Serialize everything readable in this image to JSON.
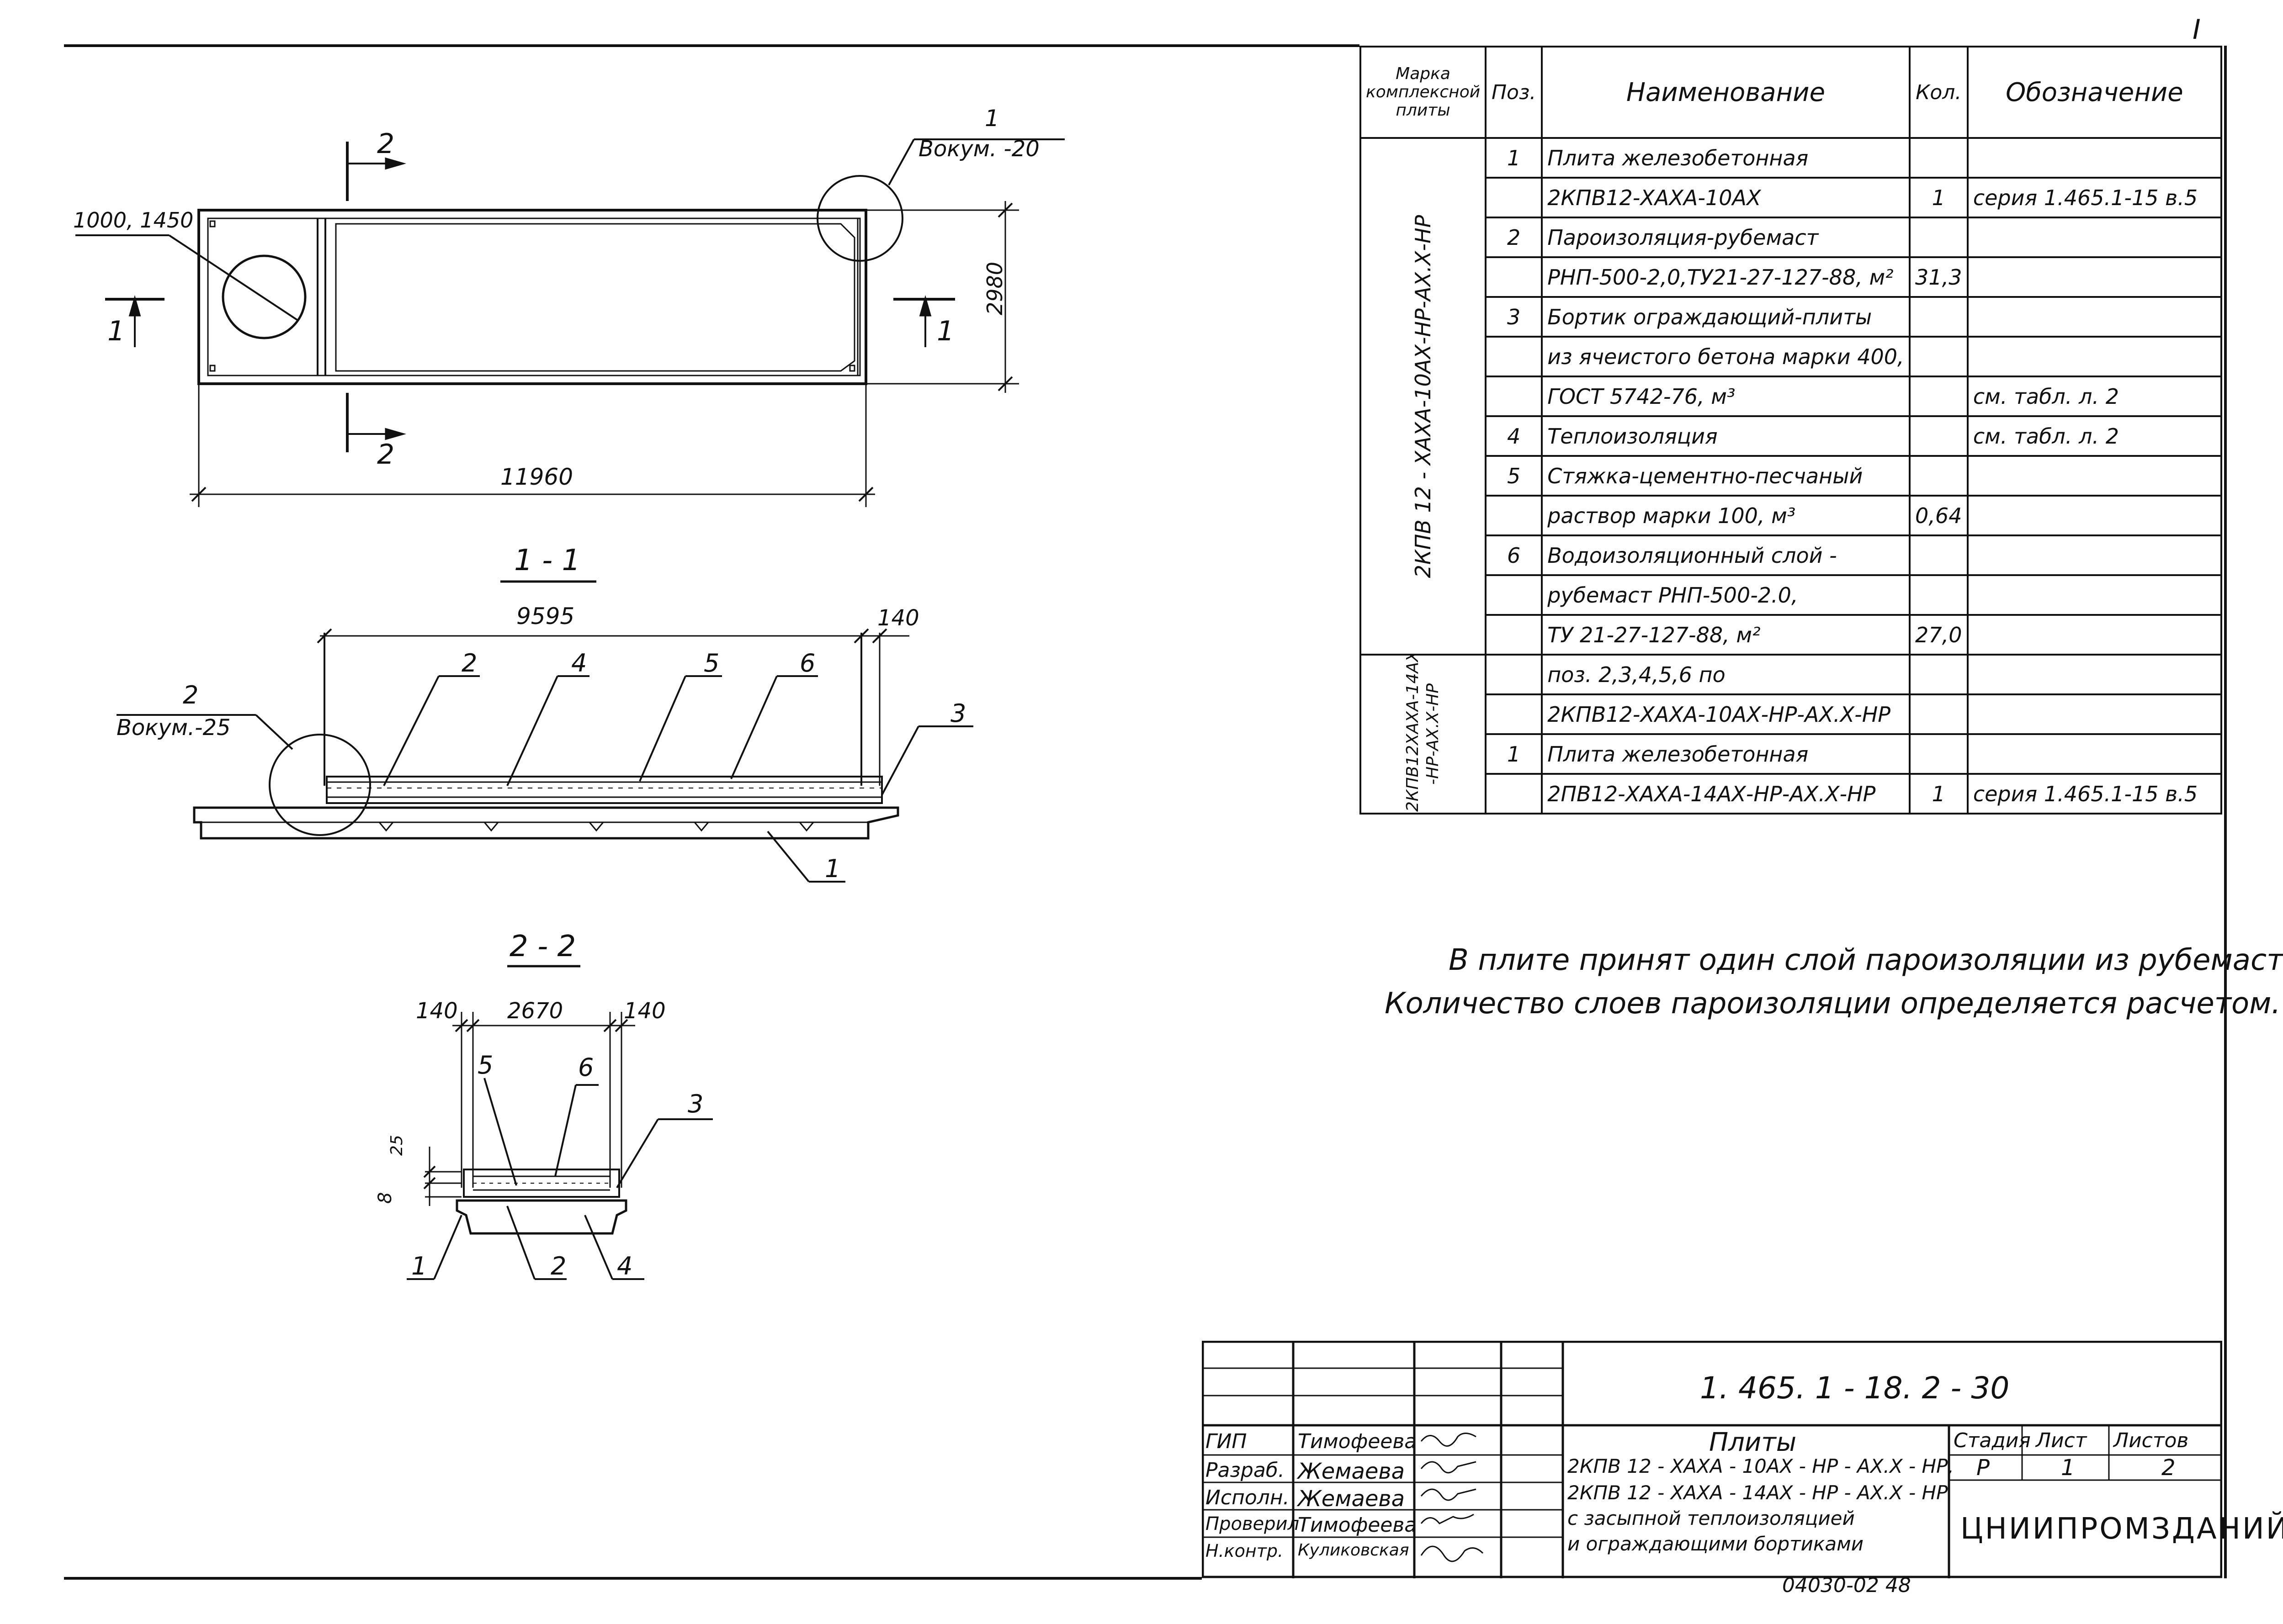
{
  "corner_mark": "I",
  "plan": {
    "section_1_label": "1",
    "section_2_label": "2",
    "hole_label": "1000, 1450",
    "callout_number": "1",
    "callout_ref": "Вокум. -20",
    "dim_width": "2980",
    "dim_length": "11960"
  },
  "section_1_1": {
    "title": "1 - 1",
    "dim_inner": "9595",
    "dim_side": "140",
    "callout_number": "2",
    "callout_ref": "Вокум.-25",
    "pos_labels": [
      "2",
      "4",
      "5",
      "6",
      "3",
      "1"
    ]
  },
  "section_2_2": {
    "title": "2 - 2",
    "dim_left": "140",
    "dim_mid": "2670",
    "dim_right": "140",
    "dim_small_1": "25",
    "dim_small_2": "8",
    "pos_labels": [
      "5",
      "6",
      "3",
      "1",
      "2",
      "4"
    ]
  },
  "spec_table": {
    "headers": {
      "mark": "Марка комплексной плиты",
      "pos": "Поз.",
      "name": "Наименование",
      "qty": "Кол.",
      "designation": "Обозначение"
    },
    "group1_mark": "2КПВ 12 - ХАХА-10АХ-НР-АХ.Х-НР",
    "group2_mark": "2КПВ12ХАХА-14АХ -НР-АХ.Х-НР",
    "rows": [
      {
        "pos": "1",
        "name": "Плита железобетонная",
        "qty": "",
        "des": ""
      },
      {
        "pos": "",
        "name": "2КПВ12-ХАХА-10АХ",
        "qty": "1",
        "des": "серия 1.465.1-15 в.5"
      },
      {
        "pos": "2",
        "name": "Пароизоляция-рубемаст",
        "qty": "",
        "des": ""
      },
      {
        "pos": "",
        "name": "РНП-500-2,0,ТУ21-27-127-88, м²",
        "qty": "31,3",
        "des": ""
      },
      {
        "pos": "3",
        "name": "Бортик ограждающий-плиты",
        "qty": "",
        "des": ""
      },
      {
        "pos": "",
        "name": "из ячеистого бетона марки 400,",
        "qty": "",
        "des": ""
      },
      {
        "pos": "",
        "name": "ГОСТ 5742-76,          м³",
        "qty": "",
        "des": "см. табл. л. 2"
      },
      {
        "pos": "4",
        "name": "Теплоизоляция",
        "qty": "",
        "des": "см. табл. л. 2"
      },
      {
        "pos": "5",
        "name": "Стяжка-цементно-песчаный",
        "qty": "",
        "des": ""
      },
      {
        "pos": "",
        "name": "раствор марки 100,       м³",
        "qty": "0,64",
        "des": ""
      },
      {
        "pos": "6",
        "name": "Водоизоляционный слой -",
        "qty": "",
        "des": ""
      },
      {
        "pos": "",
        "name": "рубемаст РНП-500-2.0,",
        "qty": "",
        "des": ""
      },
      {
        "pos": "",
        "name": "ТУ 21-27-127-88,          м²",
        "qty": "27,0",
        "des": ""
      },
      {
        "pos": "",
        "name": "поз. 2,3,4,5,6 по",
        "qty": "",
        "des": ""
      },
      {
        "pos": "",
        "name": "2КПВ12-ХАХА-10АХ-НР-АХ.Х-НР",
        "qty": "",
        "des": ""
      },
      {
        "pos": "1",
        "name": "Плита железобетонная",
        "qty": "",
        "des": ""
      },
      {
        "pos": "",
        "name": "2ПВ12-ХАХА-14АХ-НР-АХ.Х-НР",
        "qty": "1",
        "des": "серия 1.465.1-15 в.5"
      }
    ]
  },
  "notes": [
    "В плите принят один слой пароизоляции из рубемаста.",
    "Количество слоев пароизоляции определяется расчетом."
  ],
  "title_block": {
    "doc_number": "1. 465. 1 - 18. 2 - 30",
    "roles": [
      "ГИП",
      "Разраб.",
      "Исполн.",
      "Проверил",
      "Н.контр."
    ],
    "names": [
      "Тимофеева",
      "Жемаева",
      "Жемаева",
      "Тимофеева",
      "Куликовская"
    ],
    "title_lines": [
      "Плиты",
      "2КПВ 12 - ХАХА - 10АХ - НР - АХ.Х - НР,",
      "2КПВ 12 - ХАХА - 14АХ - НР - АХ.Х - НР",
      "с засыпной теплоизоляцией",
      "и ограждающими бортиками"
    ],
    "stage_label": "Стадия",
    "sheet_label": "Лист",
    "sheets_label": "Листов",
    "stage": "Р",
    "sheet": "1",
    "sheets": "2",
    "organization": "ЦНИИПРОМЗДАНИЙ",
    "bottom_code": "04030-02  48"
  }
}
